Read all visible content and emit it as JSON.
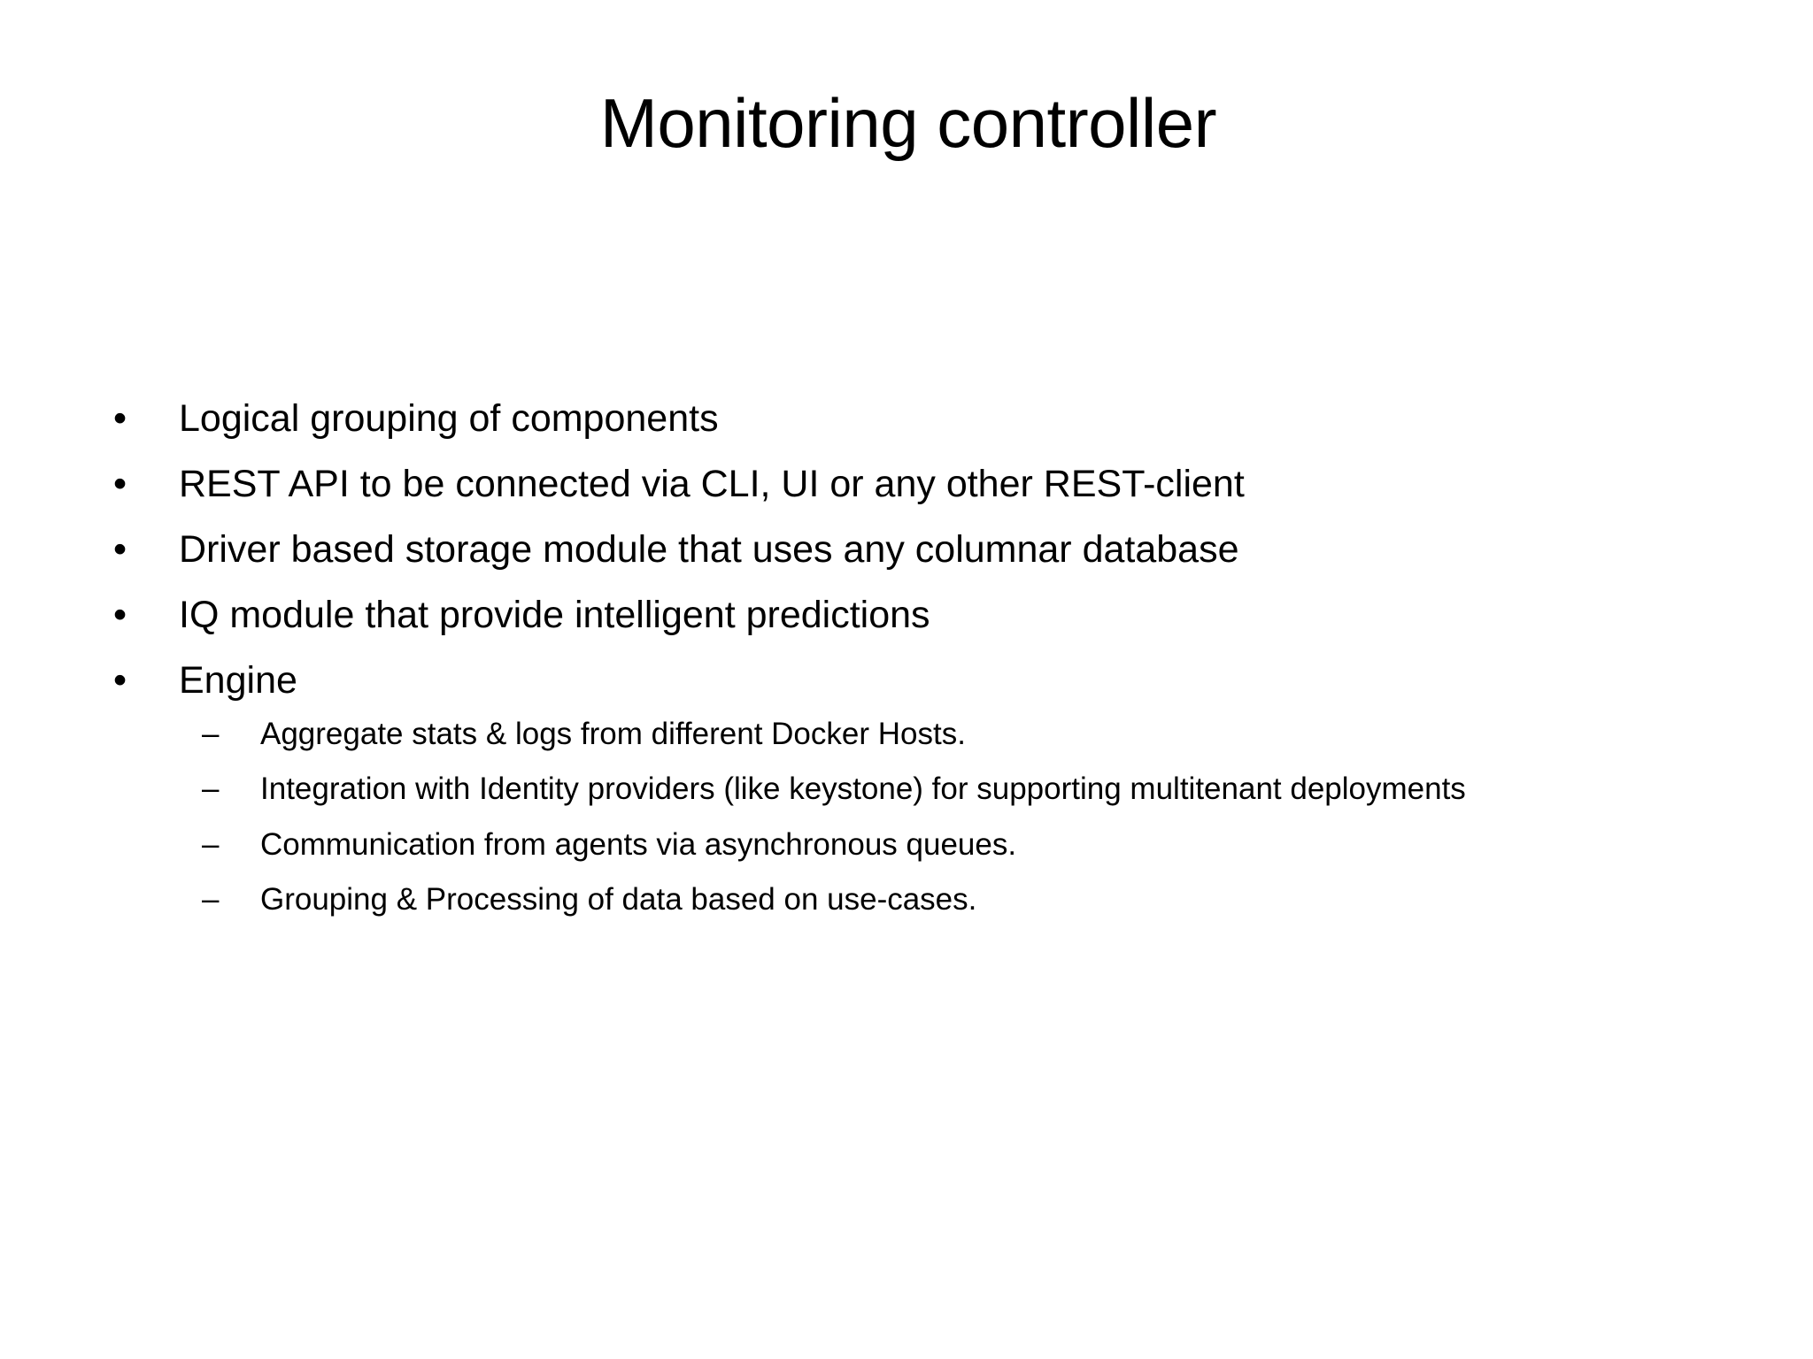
{
  "slide": {
    "background_color": "#ffffff",
    "text_color": "#000000",
    "title": "Monitoring controller",
    "bullet_marker_level1": "•",
    "bullet_marker_level2": "–",
    "bullets": [
      {
        "text": "Logical grouping of components",
        "children": []
      },
      {
        "text": "REST API to be connected via CLI, UI or any other REST-client",
        "children": []
      },
      {
        "text": "Driver based storage module that uses any columnar database",
        "children": []
      },
      {
        "text": "IQ module that provide intelligent predictions",
        "children": []
      },
      {
        "text": "Engine",
        "children": [
          {
            "text": "Aggregate stats & logs from different Docker Hosts."
          },
          {
            "text": "Integration with Identity providers (like keystone) for supporting multitenant deployments"
          },
          {
            "text": "Communication from agents via asynchronous queues."
          },
          {
            "text": "Grouping & Processing of data based on use-cases."
          }
        ]
      }
    ]
  }
}
